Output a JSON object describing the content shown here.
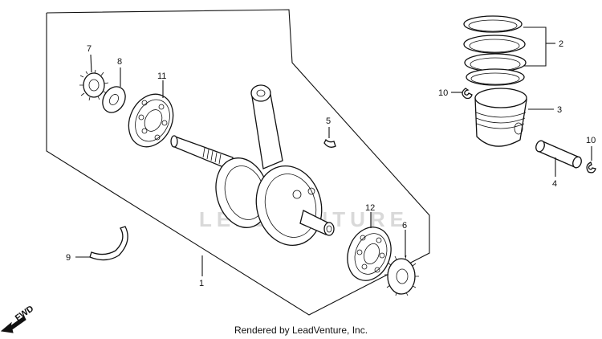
{
  "diagram": {
    "callouts": {
      "c1": "1",
      "c2": "2",
      "c3": "3",
      "c4": "4",
      "c5": "5",
      "c6": "6",
      "c7": "7",
      "c8": "8",
      "c9": "9",
      "c10a": "10",
      "c10b": "10",
      "c11": "11",
      "c12": "12"
    },
    "fwd_label": "FWD",
    "watermark": "LEADVENTURE"
  },
  "footer": {
    "text": "Rendered by LeadVenture, Inc."
  }
}
